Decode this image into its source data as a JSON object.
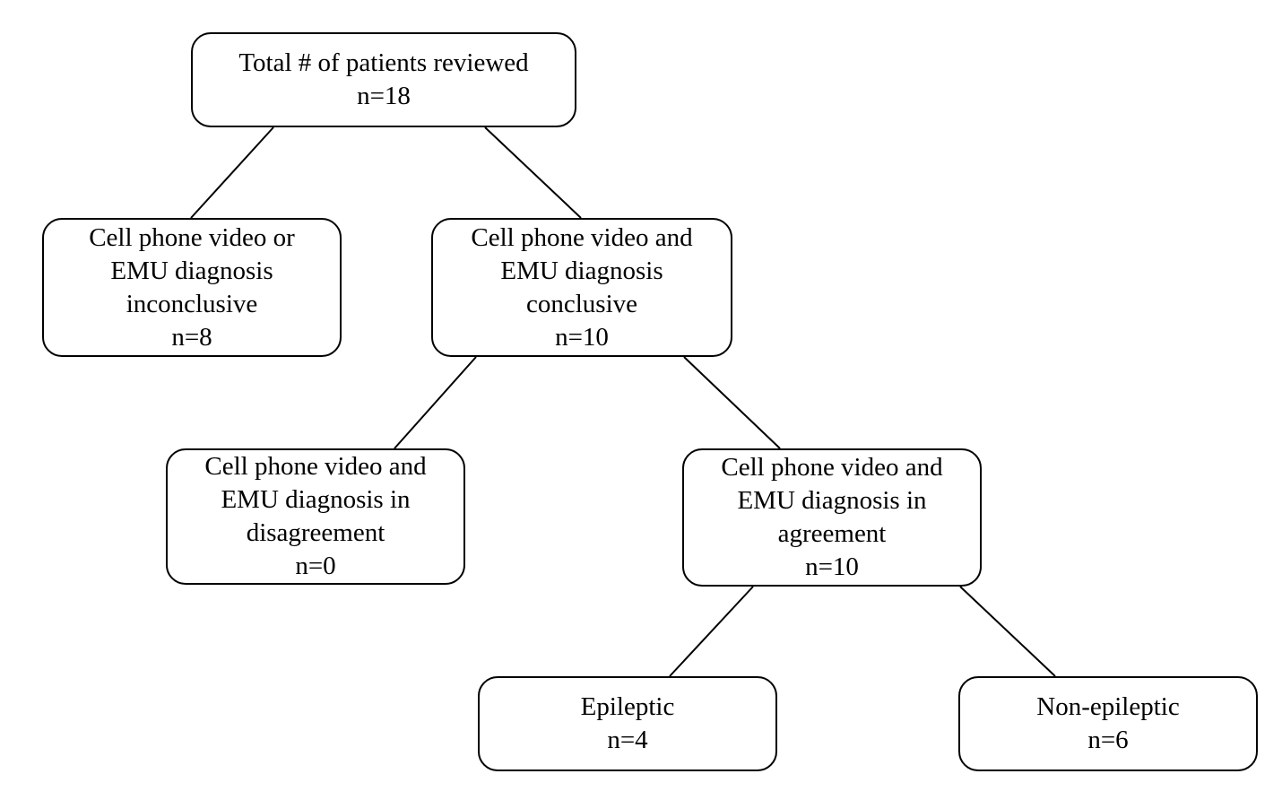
{
  "nodes": {
    "total": {
      "label": "Total # of patients reviewed",
      "count": "n=18"
    },
    "inconclusive": {
      "label": "Cell phone video or\nEMU diagnosis\ninconclusive",
      "count": "n=8"
    },
    "conclusive": {
      "label": "Cell phone video and\nEMU diagnosis\nconclusive",
      "count": "n=10"
    },
    "disagreement": {
      "label": "Cell phone video and\nEMU diagnosis in\ndisagreement",
      "count": "n=0"
    },
    "agreement": {
      "label": "Cell phone video and\nEMU diagnosis in\nagreement",
      "count": "n=10"
    },
    "epileptic": {
      "label": "Epileptic",
      "count": "n=4"
    },
    "nonepileptic": {
      "label": "Non-epileptic",
      "count": "n=6"
    }
  },
  "edges": [
    {
      "from": "total",
      "to": "inconclusive"
    },
    {
      "from": "total",
      "to": "conclusive"
    },
    {
      "from": "conclusive",
      "to": "disagreement"
    },
    {
      "from": "conclusive",
      "to": "agreement"
    },
    {
      "from": "agreement",
      "to": "epileptic"
    },
    {
      "from": "agreement",
      "to": "nonepileptic"
    }
  ],
  "colors": {
    "stroke": "#000000",
    "background": "#ffffff",
    "text": "#000000"
  }
}
